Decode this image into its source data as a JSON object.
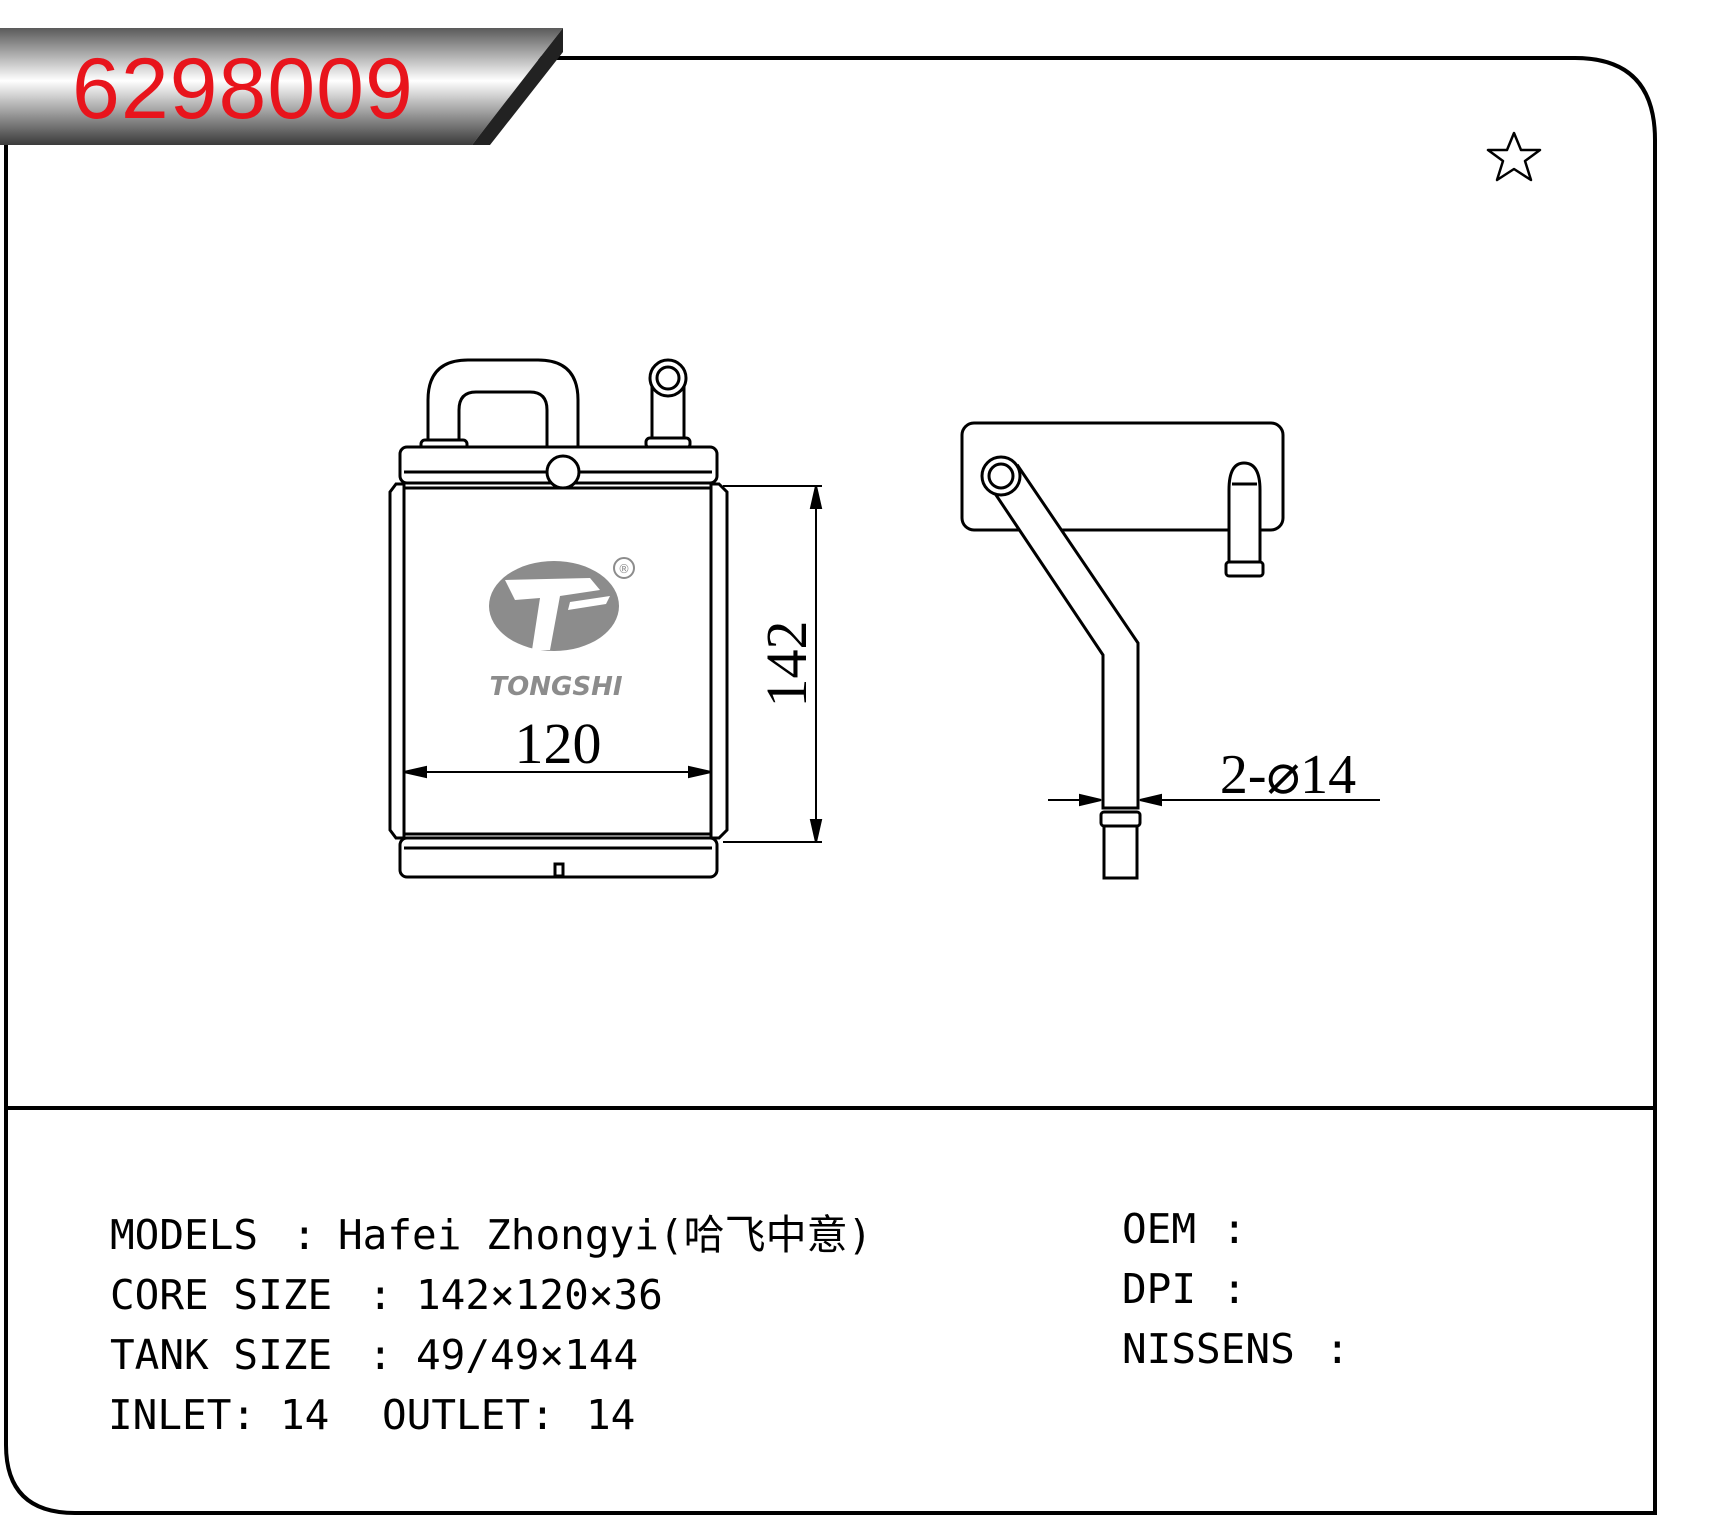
{
  "part_number": "6298009",
  "brand": {
    "logo_text": "TONGSHI",
    "registered_mark": "®"
  },
  "favorite_icon": "star-outline-icon",
  "dimensions": {
    "height": "142",
    "width": "120",
    "pipe_diameter": "2-⌀14"
  },
  "specs": {
    "models": {
      "label": "MODELS",
      "sep": ":",
      "value": "Hafei Zhongyi(哈飞中意)"
    },
    "core_size": {
      "label": "CORE SIZE",
      "sep": ":",
      "value": "142×120×36"
    },
    "tank_size": {
      "label": "TANK SIZE",
      "sep": ":",
      "value": "49/49×144"
    },
    "inlet": {
      "label": "INLET:",
      "value": "14"
    },
    "outlet": {
      "label": "OUTLET:",
      "value": "14"
    }
  },
  "references": {
    "oem": {
      "label": "OEM",
      "sep": ":",
      "value": ""
    },
    "dpi": {
      "label": "DPI",
      "sep": ":",
      "value": ""
    },
    "nissens": {
      "label": "NISSENS",
      "sep": ":",
      "value": ""
    }
  },
  "colors": {
    "part_number_text": "#e8141c",
    "outline": "#000000",
    "logo_gray": "#8c8c8c"
  }
}
